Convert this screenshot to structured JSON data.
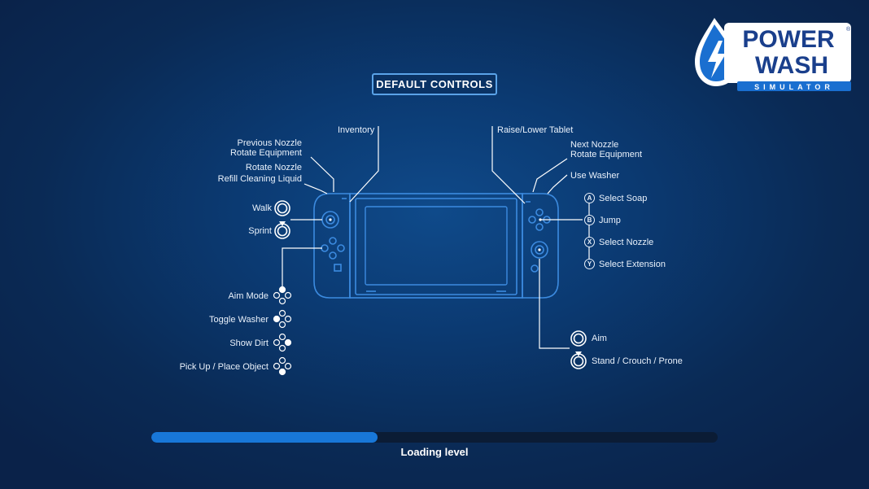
{
  "title": "DEFAULT CONTROLS",
  "logo": {
    "word1": "POWER",
    "word2": "WASH",
    "sub": "SIMULATOR",
    "mark": "®"
  },
  "labels_top_left": {
    "previous_nozzle": "Previous Nozzle",
    "rotate_equipment_l": "Rotate Equipment",
    "rotate_nozzle": "Rotate Nozzle",
    "refill": "Refill Cleaning Liquid",
    "inventory": "Inventory"
  },
  "labels_top_right": {
    "raise_lower": "Raise/Lower Tablet",
    "next_nozzle": "Next Nozzle",
    "rotate_equipment_r": "Rotate Equipment",
    "use_washer": "Use Washer"
  },
  "left_stick": {
    "walk": "Walk",
    "sprint": "Sprint"
  },
  "face_buttons": [
    {
      "letter": "A",
      "label": "Select Soap"
    },
    {
      "letter": "B",
      "label": "Jump"
    },
    {
      "letter": "X",
      "label": "Select Nozzle"
    },
    {
      "letter": "Y",
      "label": "Select Extension"
    }
  ],
  "dpad": [
    "Aim Mode",
    "Toggle Washer",
    "Show Dirt",
    "Pick Up / Place Object"
  ],
  "right_stick": {
    "aim": "Aim",
    "stand": "Stand / Crouch / Prone"
  },
  "loading": {
    "text": "Loading level",
    "progress": 0.4
  },
  "colors": {
    "accent": "#5aa3e8",
    "progress": "#1877d8",
    "track": "#0b1c35"
  }
}
